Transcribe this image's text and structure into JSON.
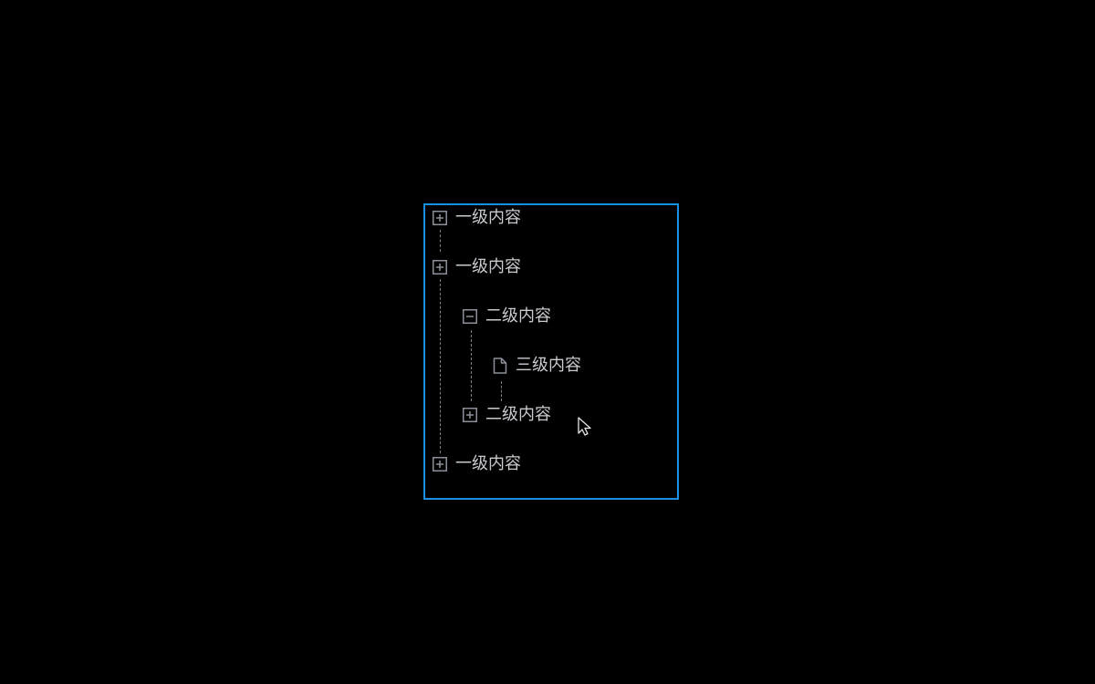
{
  "tree": {
    "accent_color": "#1a8fe3",
    "nodes": [
      {
        "label": "一级内容",
        "level": 1,
        "icon": "plus-square-icon",
        "expanded": false
      },
      {
        "label": "一级内容",
        "level": 1,
        "icon": "plus-square-icon",
        "expanded": true
      },
      {
        "label": "二级内容",
        "level": 2,
        "icon": "minus-square-icon",
        "expanded": true
      },
      {
        "label": "三级内容",
        "level": 3,
        "icon": "file-icon"
      },
      {
        "label": "二级内容",
        "level": 2,
        "icon": "plus-square-icon",
        "expanded": false
      },
      {
        "label": "一级内容",
        "level": 1,
        "icon": "plus-square-icon",
        "expanded": false
      }
    ]
  }
}
